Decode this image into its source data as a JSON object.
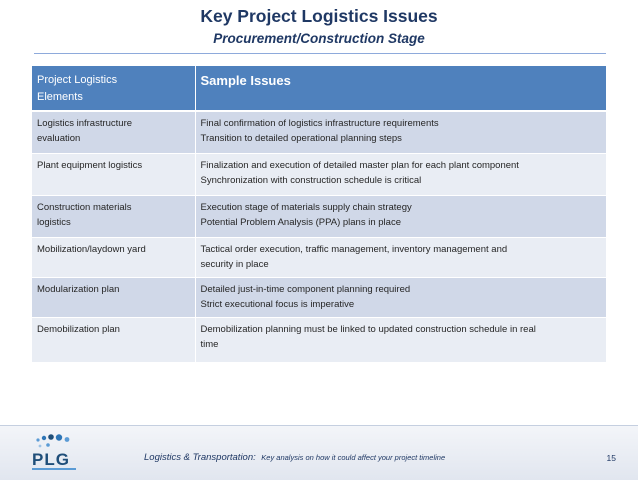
{
  "slide": {
    "title": "Key Project Logistics Issues",
    "subtitle": "Procurement/Construction Stage"
  },
  "table": {
    "headers": [
      "Project Logistics Elements",
      "Sample Issues"
    ],
    "rows": [
      {
        "element": "Logistics infrastructure evaluation",
        "element_lines": [
          "Logistics infrastructure",
          "evaluation"
        ],
        "issues": [
          "Final confirmation of logistics infrastructure requirements",
          "Transition to detailed operational planning steps"
        ]
      },
      {
        "element": "Plant equipment logistics",
        "element_lines": [
          "Plant equipment logistics"
        ],
        "issues": [
          "Finalization and execution of detailed master plan for each plant component",
          "Synchronization with construction schedule is critical"
        ]
      },
      {
        "element": "Construction materials logistics",
        "element_lines": [
          "Construction materials",
          "logistics"
        ],
        "issues": [
          "Execution stage of materials supply chain strategy",
          "Potential Problem Analysis (PPA) plans in place"
        ]
      },
      {
        "element": "Mobilization/laydown yard",
        "element_lines": [
          "Mobilization/laydown yard"
        ],
        "issues": [
          "Tactical order execution, traffic management, inventory management and security in place"
        ],
        "issue_lines": [
          "Tactical order execution, traffic management, inventory management and",
          "security in place"
        ]
      },
      {
        "element": "Modularization plan",
        "element_lines": [
          "Modularization plan"
        ],
        "issues": [
          "Detailed just-in-time component planning required",
          "Strict executional focus is imperative"
        ]
      },
      {
        "element": "Demobilization plan",
        "element_lines": [
          "Demobilization plan"
        ],
        "issues": [
          "Demobilization planning must be linked to updated construction schedule in real time"
        ],
        "issue_lines": [
          "Demobilization planning must be linked to updated construction schedule in real",
          "time"
        ]
      }
    ]
  },
  "footer": {
    "logo_text": "PLG",
    "section": "Logistics & Transportation:",
    "tagline": "Key analysis on how it could affect your project timeline",
    "page_number": "15"
  },
  "colors": {
    "title": "#1f3864",
    "header_fill": "#4f81bd",
    "row_fill_odd": "#d0d8e8",
    "row_fill_even": "#e9edf4"
  }
}
